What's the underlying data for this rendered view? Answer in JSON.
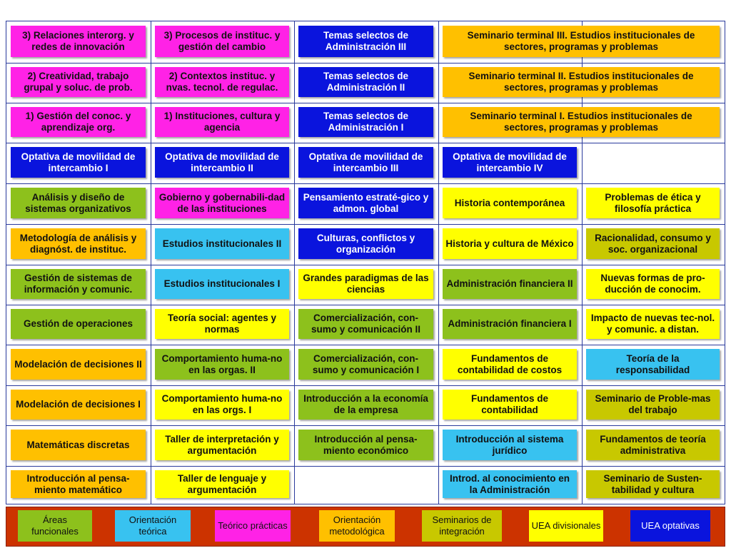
{
  "colors": {
    "areas_funcionales": "#8dc11c",
    "orientacion_teorica": "#38c2f0",
    "teorico_practicas": "#ff22e6",
    "orientacion_metodologica": "#ffc000",
    "seminarios_integracion": "#c8c800",
    "uea_divisionales": "#ffff00",
    "uea_optativas": "#0a14dd",
    "grid_line": "#2a3a9c",
    "legend_bg": "#cc3300"
  },
  "rows": [
    [
      "3) Relaciones interorg. y redes de innovación",
      "3) Procesos de instituc. y gestión del cambio",
      "Temas selectos de Administración III",
      "Seminario terminal III. Estudios institucionales de sectores, programas y problemas"
    ],
    [
      "2) Creatividad, trabajo grupal y soluc. de prob.",
      "2) Contextos instituc. y nvas. tecnol. de regulac.",
      "Temas selectos de Administración II",
      "Seminario terminal II. Estudios institucionales de sectores, programas y problemas"
    ],
    [
      "1) Gestión del conoc. y aprendizaje org.",
      "1) Instituciones, cultura y agencia",
      "Temas selectos de Administración I",
      "Seminario terminal I. Estudios institucionales de sectores, programas y problemas"
    ],
    [
      "Optativa de movilidad de intercambio I",
      "Optativa de movilidad de intercambio II",
      "Optativa de movilidad de intercambio III",
      "Optativa de movilidad de intercambio IV",
      ""
    ],
    [
      "Análisis y diseño de sistemas organizativos",
      "Gobierno y gobernabili-dad de las instituciones",
      "Pensamiento estraté-gico y admon. global",
      "Historia contemporánea",
      "Problemas de ética y filosofía práctica"
    ],
    [
      "Metodología de análisis y diagnóst. de instituc.",
      "Estudios institucionales II",
      "Culturas, conflictos y organización",
      "Historia y cultura de México",
      "Racionalidad, consumo y soc. organizacional"
    ],
    [
      "Gestión de sistemas de información y comunic.",
      "Estudios institucionales I",
      "Grandes paradigmas de las ciencias",
      "Administración financiera II",
      "Nuevas formas de pro-ducción de conocim."
    ],
    [
      "Gestión de operaciones",
      "Teoría social: agentes y normas",
      "Comercialización, con-sumo y comunicación II",
      "Administración financiera I",
      "Impacto de nuevas tec-nol. y comunic. a distan."
    ],
    [
      "Modelación de decisiones II",
      "Comportamiento huma-no en las orgas. II",
      "Comercialización, con-sumo y comunicación I",
      "Fundamentos de contabilidad de costos",
      "Teoría de la responsabilidad"
    ],
    [
      "Modelación de decisiones I",
      "Comportamiento huma-no en las orgs. I",
      "Introducción a la economía de la empresa",
      "Fundamentos de contabilidad",
      "Seminario de Proble-mas del trabajo"
    ],
    [
      "Matemáticas discretas",
      "Taller de interpretación y argumentación",
      "Introducción al pensa-miento económico",
      "Introducción al sistema jurídico",
      "Fundamentos de teoría administrativa"
    ],
    [
      "Introducción al pensa-miento matemático",
      "Taller de lenguaje y argumentación",
      "",
      "Introd. al conocimiento en la Administración",
      "Seminario de Susten-tabilidad y cultura"
    ]
  ],
  "legend": [
    "Áreas funcionales",
    "Orientación teórica",
    "Teórico prácticas",
    "Orientación metodológica",
    "Seminarios de integración",
    "UEA divisionales",
    "UEA optativas"
  ]
}
